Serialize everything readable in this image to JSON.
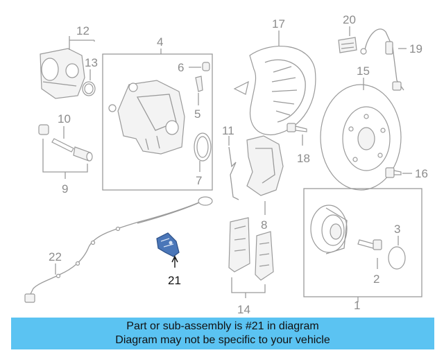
{
  "callouts": {
    "n1": "1",
    "n2": "2",
    "n3": "3",
    "n4": "4",
    "n5": "5",
    "n6": "6",
    "n7": "7",
    "n8": "8",
    "n9": "9",
    "n10": "10",
    "n11": "11",
    "n12": "12",
    "n13": "13",
    "n14": "14",
    "n15": "15",
    "n16": "16",
    "n17": "17",
    "n18": "18",
    "n19": "19",
    "n20": "20",
    "n21": "21",
    "n22": "22"
  },
  "highlighted_part": "21",
  "colors": {
    "banner": "#5bc3f2",
    "highlight_part": "#4a76b8",
    "linework": "#9a9a9a"
  },
  "banner": {
    "line1": "Part or sub-assembly is #21 in diagram",
    "line2": "Diagram may not be specific to your vehicle"
  }
}
